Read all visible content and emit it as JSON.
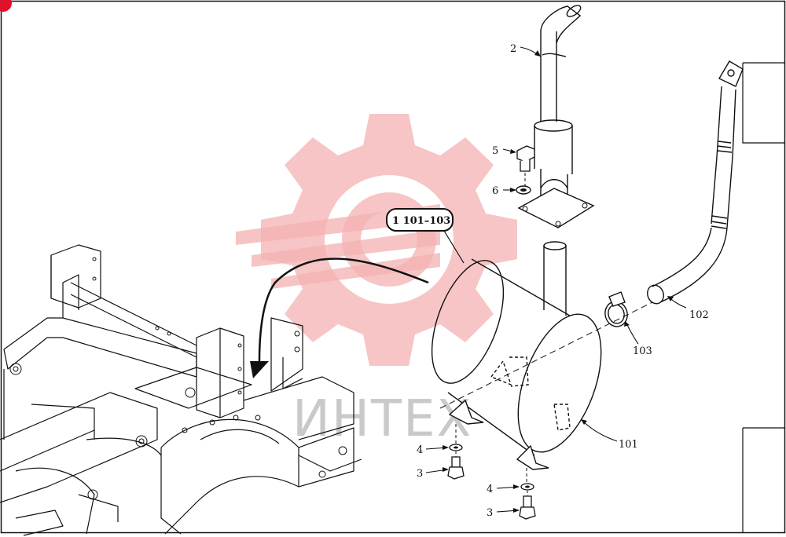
{
  "watermark": {
    "text": "ИНТЕХ",
    "color": "#f2b9b9"
  },
  "callouts": {
    "assembly": "1 101–103",
    "c2": "2",
    "c5": "5",
    "c6": "6",
    "c102": "102",
    "c103": "103",
    "c101": "101",
    "c4a": "4",
    "c3a": "3",
    "c4b": "4",
    "c3b": "3"
  },
  "colors": {
    "line": "#111111",
    "watermark_gear": "#f2a5a5",
    "watermark_text": "#c8c8c8",
    "badge": "#e0112b"
  }
}
